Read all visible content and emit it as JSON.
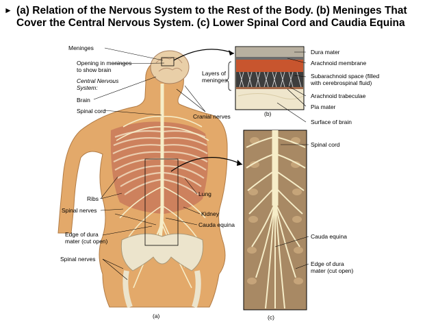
{
  "title": {
    "bullet": "►",
    "line1": "(a) Relation of the Nervous System to the Rest of the Body. (b) Meninges That",
    "line2": "Cover the Central Nervous System. (c) Lower Spinal Cord and Caudia Equina"
  },
  "panel_a": {
    "caption": "(a)",
    "labels": {
      "meninges": "Meninges",
      "opening1": "Opening in meninges",
      "opening2": "to show brain",
      "cns1": "Central Nervous",
      "cns2": "System:",
      "brain": "Brain",
      "spinal_cord": "Spinal cord",
      "cranial_nerves": "Cranial nerves",
      "ribs": "Ribs",
      "spinal_nerves_1": "Spinal nerves",
      "lung": "Lung",
      "kidney": "Kidney",
      "cauda_equina": "Cauda equina",
      "edge1": "Edge of dura",
      "edge2": "mater (cut open)",
      "spinal_nerves_2": "Spinal nerves"
    }
  },
  "panel_b": {
    "caption": "(b)",
    "labels": {
      "dura": "Dura mater",
      "arachnoid": "Arachnoid membrane",
      "layers1": "Layers of",
      "layers2": "meninges",
      "subarachnoid1": "Subarachnoid space (filled",
      "subarachnoid2": "with cerebrospinal fluid)",
      "trabeculae": "Arachnoid trabeculae",
      "pia": "Pia mater",
      "surface": "Surface of brain"
    }
  },
  "panel_c": {
    "caption": "(c)",
    "labels": {
      "spinal_cord": "Spinal cord",
      "cauda_equina": "Cauda equina",
      "edge1": "Edge of dura",
      "edge2": "mater (cut open)"
    }
  },
  "colors": {
    "skin": "#e3a96a",
    "skin_dark": "#c98a50",
    "muscle": "#c97a5a",
    "nerve": "#f6edc8",
    "bone": "#ece4cc",
    "brain": "#e9cfa8",
    "dura": "#b8b0a0",
    "arachnoid_red": "#c8552e",
    "cord_bg": "#a88964"
  }
}
